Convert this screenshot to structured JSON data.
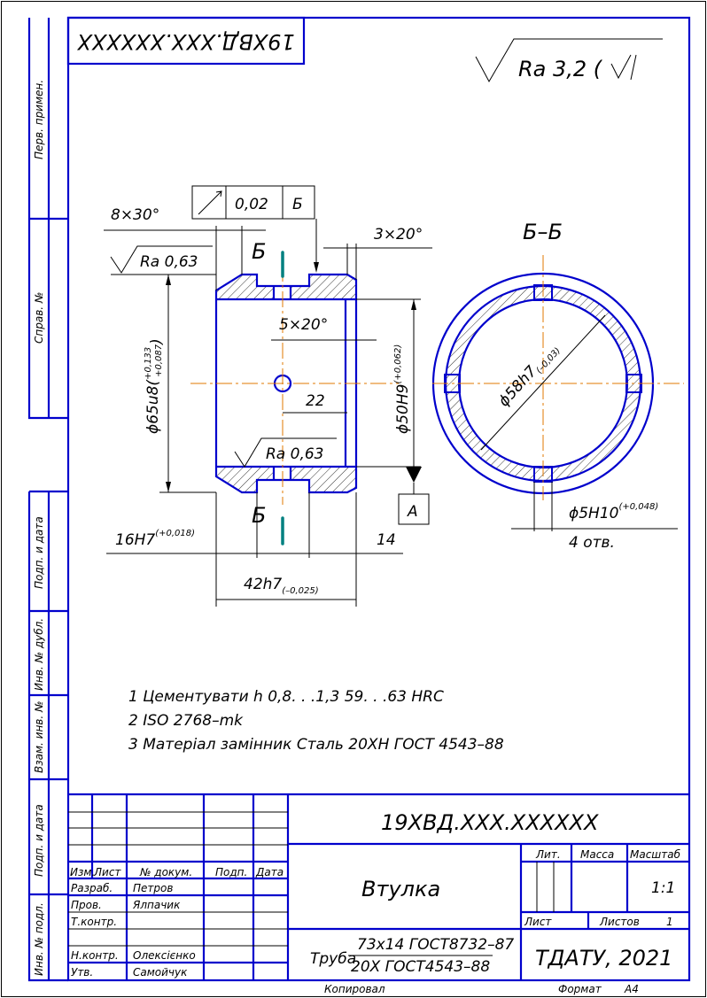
{
  "stamp_top": "19ХВД.XXX.XXXXXX",
  "roughness_general": "Ra 3,2 (",
  "side_strip": [
    "Перв. примен.",
    "Справ. №",
    "Подп. и дата",
    "Инв. № дубл.",
    "Взам. инв. №",
    "Подп. и дата",
    "Инв. № подл."
  ],
  "drawing": {
    "tolerance_frame": {
      "value": "0,02",
      "datum": "Б"
    },
    "chamfer_left": "8×30°",
    "chamfer_right": "3×20°",
    "chamfer_inner": "5×20°",
    "ra_top": "Ra 0,63",
    "ra_bottom": "Ra 0,63",
    "section_mark": "Б",
    "outer_dia": "ϕ65u8(",
    "outer_dia_upper": "+0,133",
    "outer_dia_lower": "+0,087",
    "inner_dia": "ϕ50H9",
    "inner_dia_tol": "(+0,062)",
    "dim_22": "22",
    "datum_a": "A",
    "groove_width": "16H7",
    "groove_width_tol": "(+0,018)",
    "dim_14": "14",
    "length": "42h7",
    "length_tol": "(–0,025)",
    "section_title": "Б–Б",
    "section_dia": "ϕ58h7",
    "section_dia_tol": "(–0,03)",
    "hole_dia": "ϕ5H10",
    "hole_dia_tol": "(+0,048)",
    "hole_count": "4 отв."
  },
  "notes": [
    "1 Цементувати h 0,8. . .1,3   59. . .63 HRC",
    "2 ISO 2768–mk",
    "3 Матеріал замінник Сталь 20ХН ГОСТ 4543–88"
  ],
  "title_block": {
    "designation": "19ХВД.XXX.XXXXXX",
    "name": "Втулка",
    "headers": {
      "izm": "Изм.",
      "list": "Лист",
      "doc": "№ докум.",
      "sign": "Подп.",
      "date": "Дата"
    },
    "roles": [
      {
        "role": "Разраб.",
        "name": "Петров"
      },
      {
        "role": "Пров.",
        "name": "Ялпачик"
      },
      {
        "role": "Т.контр.",
        "name": ""
      },
      {
        "role": "",
        "name": ""
      },
      {
        "role": "Н.контр.",
        "name": "Олексієнко"
      },
      {
        "role": "Утв.",
        "name": "Самойчук"
      }
    ],
    "lit_label": "Лит.",
    "mass_label": "Масса",
    "scale_label": "Масштаб",
    "scale": "1:1",
    "sheet_label": "Лист",
    "sheets_label": "Листов",
    "sheets": "1",
    "material_prefix": "Труба",
    "material_top": "73x14 ГОСТ8732–87",
    "material_bottom": "20Х ГОСТ4543–88",
    "org": "ТДАТУ, 2021",
    "copied": "Копировал",
    "format_label": "Формат",
    "format": "A4"
  }
}
